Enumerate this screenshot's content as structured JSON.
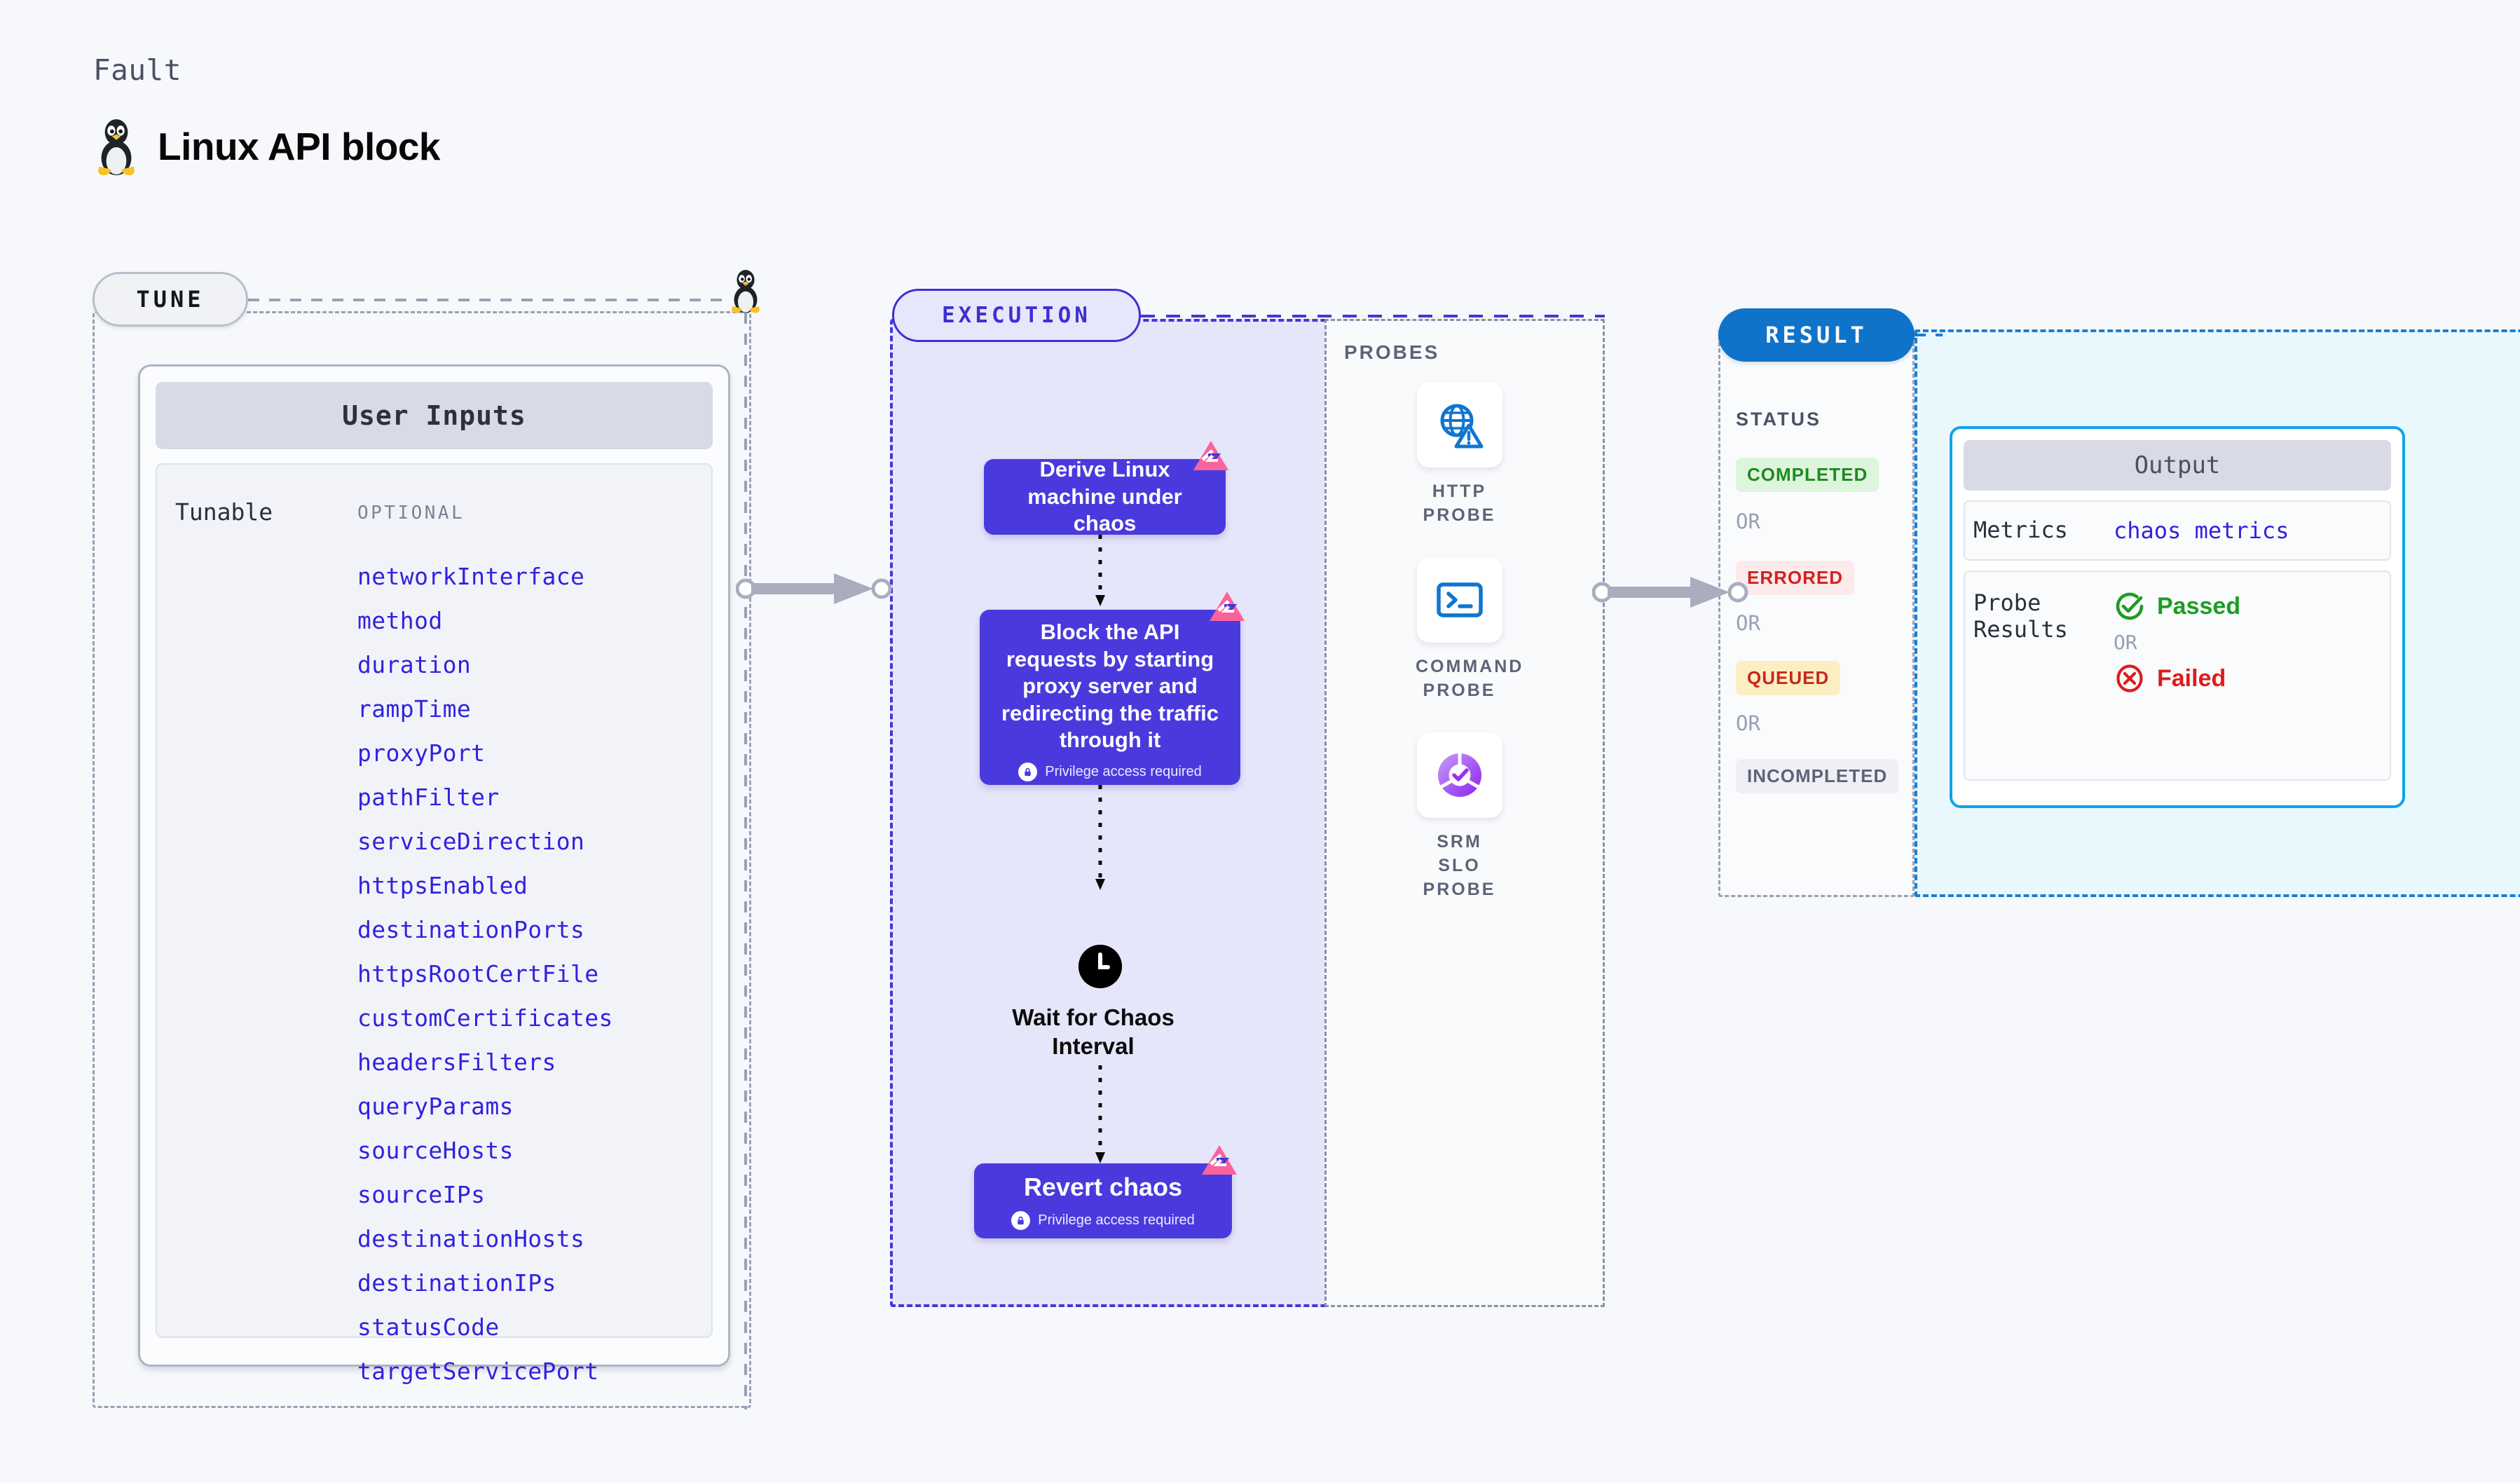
{
  "header": {
    "kicker": "Fault",
    "title": "Linux API block",
    "icon": "linux-tux-icon"
  },
  "tune": {
    "pill_label": "TUNE",
    "icon": "linux-tux-icon",
    "user_inputs_title": "User Inputs",
    "tunable_label": "Tunable",
    "optional_label": "OPTIONAL",
    "params": [
      "networkInterface",
      "method",
      "duration",
      "rampTime",
      "proxyPort",
      "pathFilter",
      "serviceDirection",
      "httpsEnabled",
      "destinationPorts",
      "httpsRootCertFile",
      "customCertificates",
      "headersFilters",
      "queryParams",
      "sourceHosts",
      "sourceIPs",
      "destinationHosts",
      "destinationIPs",
      "statusCode",
      "targetServicePort"
    ]
  },
  "execution": {
    "pill_label": "EXECUTION",
    "nodes": [
      {
        "label": "Derive Linux machine under chaos",
        "privilege": null,
        "badge": "litmus-chaos-badge-icon"
      },
      {
        "label": "Block the API requests by starting proxy server and redirecting the traffic through it",
        "privilege": "Privilege access required",
        "badge": "litmus-chaos-badge-icon"
      },
      {
        "label": "Revert chaos",
        "privilege": "Privilege access required",
        "badge": "litmus-chaos-badge-icon"
      }
    ],
    "wait_label": "Wait for Chaos Interval",
    "wait_icon": "clock-icon"
  },
  "probes": {
    "title": "PROBES",
    "items": [
      {
        "label": "HTTP PROBE",
        "icon": "globe-warning-icon"
      },
      {
        "label": "COMMAND PROBE",
        "icon": "terminal-icon"
      },
      {
        "label": "SRM SLO PROBE",
        "icon": "slo-check-icon"
      }
    ]
  },
  "result": {
    "pill_label": "RESULT",
    "status_title": "STATUS",
    "or_label": "OR",
    "statuses": [
      {
        "label": "COMPLETED",
        "bg": "#ddf5dd",
        "color": "#1f8a1f"
      },
      {
        "label": "ERRORED",
        "bg": "#fdeaea",
        "color": "#d32020"
      },
      {
        "label": "QUEUED",
        "bg": "#fdeec2",
        "color": "#c6281e"
      },
      {
        "label": "INCOMPLETED",
        "bg": "#eff0f5",
        "color": "#5d6478"
      }
    ],
    "output": {
      "title": "Output",
      "metrics_key": "Metrics",
      "metrics_value": "chaos metrics",
      "probe_results_key_line1": "Probe",
      "probe_results_key_line2": "Results",
      "passed_label": "Passed",
      "failed_label": "Failed",
      "or_label": "OR",
      "passed_icon": "check-circle-icon",
      "failed_icon": "x-circle-icon"
    }
  },
  "colors": {
    "accent_purple": "#4a3ade",
    "accent_blue": "#1073ca",
    "badge_pink": "#f9639c",
    "param_blue": "#3022e0"
  }
}
